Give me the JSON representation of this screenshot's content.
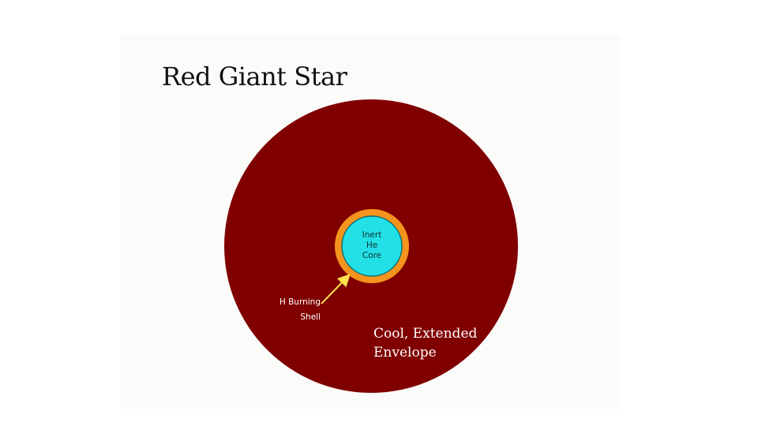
{
  "title": "Red Giant Star",
  "labels": {
    "core_line1": "Inert",
    "core_line2": "He",
    "core_line3": "Core",
    "shell_line1": "H Burning",
    "shell_line2": "Shell",
    "envelope_line1": "Cool, Extended",
    "envelope_line2": "Envelope"
  },
  "colors": {
    "envelope": "#800000",
    "shell": "#f5941d",
    "core": "#22e0e6",
    "arrow": "#ffe14d",
    "panel": "#fbfbf9"
  }
}
